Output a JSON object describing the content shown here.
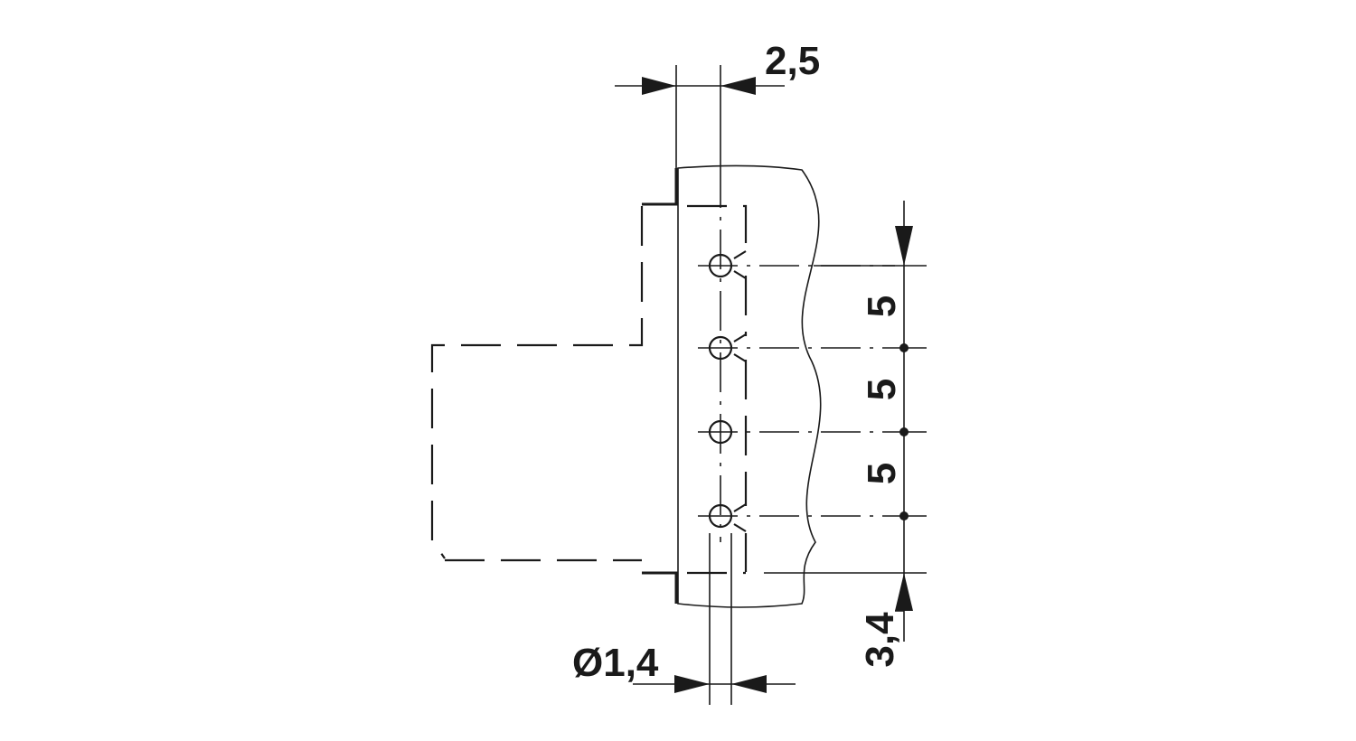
{
  "drawing": {
    "pitch_dimensions": [
      "5",
      "5",
      "5"
    ],
    "edge_offset_dimension": "3,4",
    "row_offset_dimension": "2,5",
    "hole_diameter_dimension": "Ø1,4"
  },
  "colors": {
    "ink": "#1a1a1a",
    "background": "#ffffff"
  }
}
